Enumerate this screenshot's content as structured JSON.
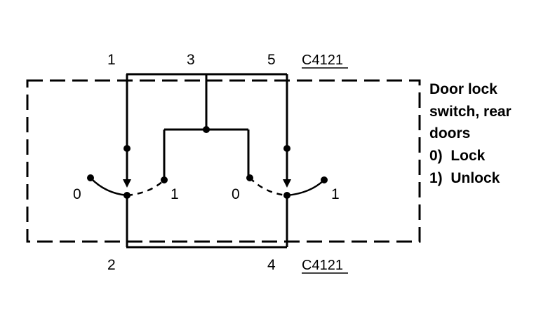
{
  "connector_top": {
    "label": "C4121",
    "pins": [
      "1",
      "3",
      "5"
    ]
  },
  "connector_bottom": {
    "label": "C4121",
    "pins": [
      "2",
      "4"
    ]
  },
  "switch_left": {
    "pos0": "0",
    "pos1": "1"
  },
  "switch_right": {
    "pos0": "0",
    "pos1": "1"
  },
  "description": {
    "lines": [
      "Door lock",
      "switch, rear",
      "doors",
      "0)  Lock",
      "1)  Unlock"
    ]
  }
}
